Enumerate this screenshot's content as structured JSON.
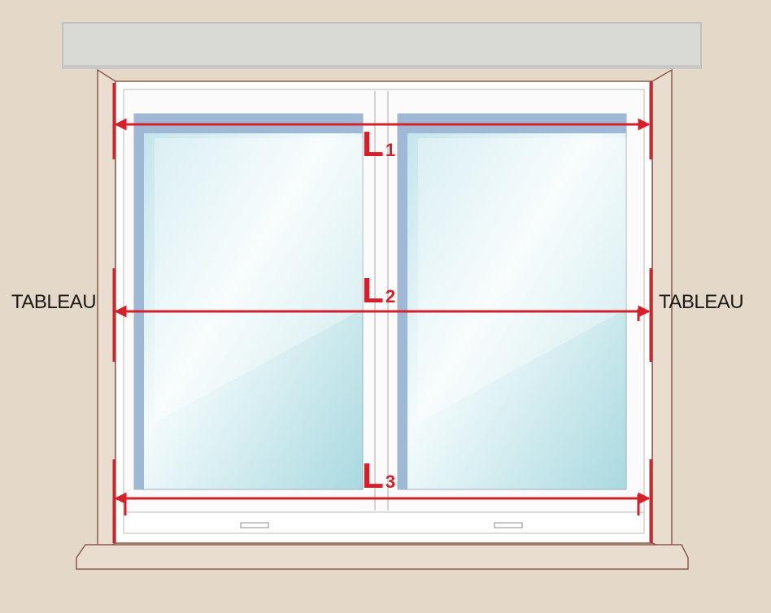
{
  "labels": {
    "left_wall": "TABLEAU",
    "right_wall": "TABLEAU"
  },
  "measurements": [
    {
      "id": "L1",
      "letter": "L",
      "index": "1"
    },
    {
      "id": "L2",
      "letter": "L",
      "index": "2"
    },
    {
      "id": "L3",
      "letter": "L",
      "index": "3"
    }
  ],
  "colors": {
    "wall": "#e4d9c8",
    "lintel": "#d9d9d6",
    "reveal": "#e9ddd0",
    "frame": "#ffffff",
    "frame_stroke": "#8c5a4a",
    "glass_light": "#e8f6f8",
    "glass_mid": "#bde4ea",
    "glass_edge": "#9fb8d6",
    "dimension_red": "#d4202a"
  }
}
